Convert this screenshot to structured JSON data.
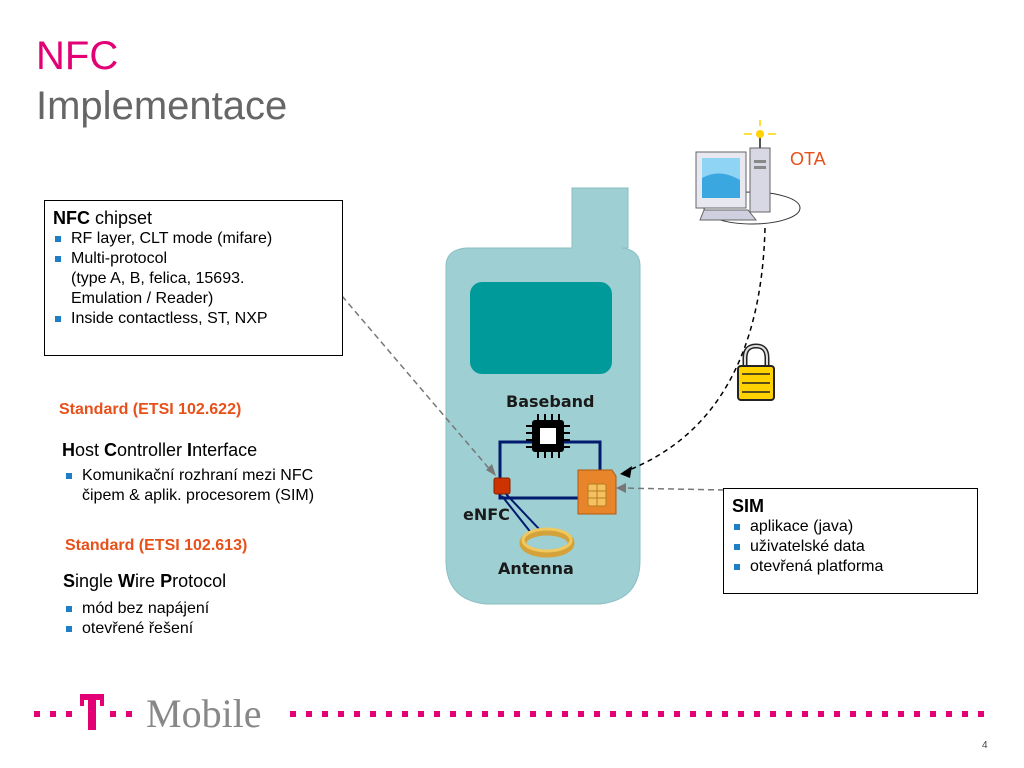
{
  "slide": {
    "title": "NFC",
    "subtitle": "Implementace",
    "page_number": "4"
  },
  "nfc_box": {
    "title_bold": "NFC",
    "title_rest": " chipset",
    "items": [
      "RF layer, CLT mode (mifare)",
      "Multi-protocol",
      "(type A, B, felica, 15693.",
      "Emulation / Reader)",
      "Inside contactless, ST, NXP"
    ]
  },
  "hci": {
    "standard": "Standard (ETSI 102.622)",
    "h1": "H",
    "h1_rest": "ost ",
    "h2": "C",
    "h2_rest": "ontroller ",
    "h3": "I",
    "h3_rest": "nterface",
    "item_line1": "Komunikační rozhraní mezi NFC",
    "item_line2": "čipem & aplik. procesorem (SIM)"
  },
  "swp": {
    "standard": "Standard (ETSI 102.613)",
    "h1": "S",
    "h1_rest": "ingle ",
    "h2": "W",
    "h2_rest": "ire ",
    "h3": "P",
    "h3_rest": "rotocol",
    "items": [
      "mód bez napájení",
      "otevřené řešení"
    ]
  },
  "sim_box": {
    "title": "SIM",
    "items": [
      "aplikace (java)",
      "uživatelské data",
      "otevřená platforma"
    ]
  },
  "diagram": {
    "baseband_label": "Baseband",
    "enfc_label": "eNFC",
    "antenna_label": "Antenna",
    "ota_label": "OTA"
  },
  "footer": {
    "brand": "Mobile",
    "t_letter": "T",
    "brand_color": "#e20074"
  },
  "colors": {
    "title": "#e20074",
    "subtitle": "#666666",
    "standard": "#e8501a",
    "bullet": "#1f7fc6",
    "phone_body": "#9ecfd2",
    "phone_screen": "#009a9a"
  }
}
